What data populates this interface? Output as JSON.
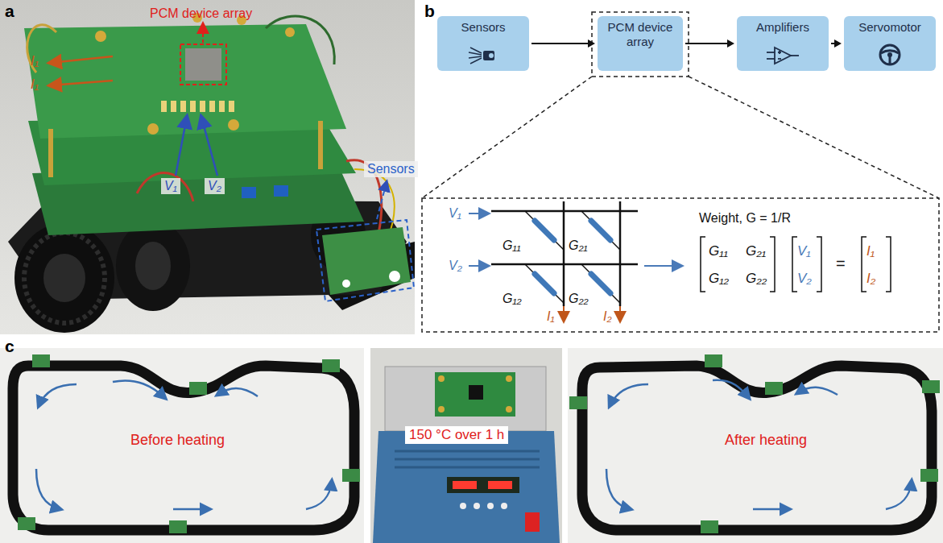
{
  "diagram": {
    "nodes": [
      {
        "text": [
          "Sensors"
        ]
      },
      {
        "text": [
          "PCM device array"
        ]
      },
      {
        "text": [
          "Amplifiers"
        ]
      },
      {
        "text": [
          "Servomotor"
        ]
      }
    ],
    "edges": [
      {
        "from": 0,
        "to": 1,
        "arrow": "to"
      },
      {
        "from": 1,
        "to": 2,
        "arrow": "to"
      },
      {
        "from": 2,
        "to": 3,
        "arrow": "to"
      }
    ],
    "labels": [
      "a",
      "b",
      "c",
      "PCM device array",
      "I₁",
      "I₁",
      "V₁",
      "V₂",
      "Sensors",
      "V₁",
      "V₂",
      "G₁₁",
      "G₂₁",
      "G₁₂",
      "G₂₂",
      "I₁",
      "I₂",
      "Weight, G = 1/R",
      "G₁₁",
      "G₂₁",
      "G₁₂",
      "G₂₂",
      "V₁",
      "V₂",
      "=",
      "I₁",
      "I₂",
      "Before heating",
      "150 °C over 1 h",
      "After heating"
    ]
  }
}
